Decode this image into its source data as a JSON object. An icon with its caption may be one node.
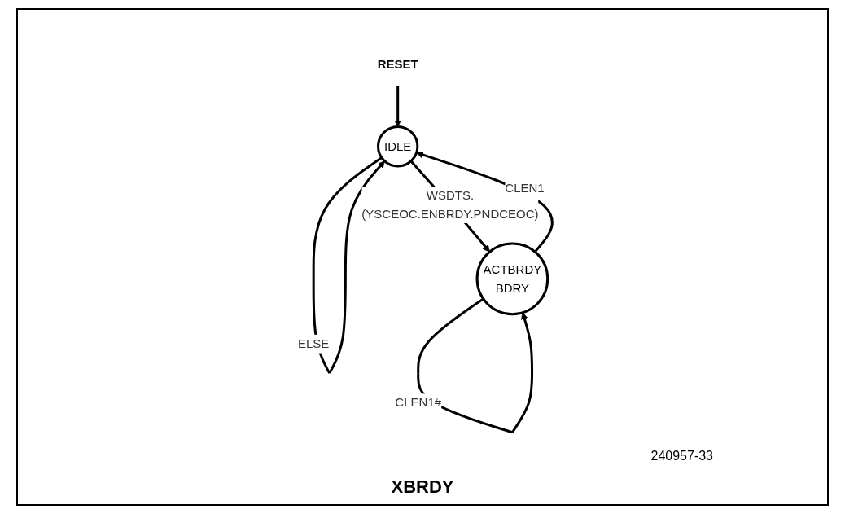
{
  "diagram": {
    "caption": "XBRDY",
    "nodes": [
      {
        "text": [
          "RESET"
        ]
      },
      {
        "text": [
          "IDLE"
        ]
      },
      {
        "text": [
          "ACTBRDY",
          "BDRY"
        ]
      }
    ],
    "edges": [
      {
        "from": 0,
        "to": 1,
        "arrow": "to"
      },
      {
        "from": 1,
        "to": 1,
        "label": "ELSE",
        "arrow": "to"
      },
      {
        "from": 1,
        "to": 2,
        "label": "WSDTS.(YSCEOC.ENBRDY.PNDCEOC)",
        "arrow": "to"
      },
      {
        "from": 2,
        "to": 1,
        "label": "CLEN1",
        "arrow": "to"
      },
      {
        "from": 2,
        "to": 2,
        "label": "CLEN1#",
        "arrow": "to"
      }
    ],
    "labels": [
      "240957-33"
    ]
  }
}
